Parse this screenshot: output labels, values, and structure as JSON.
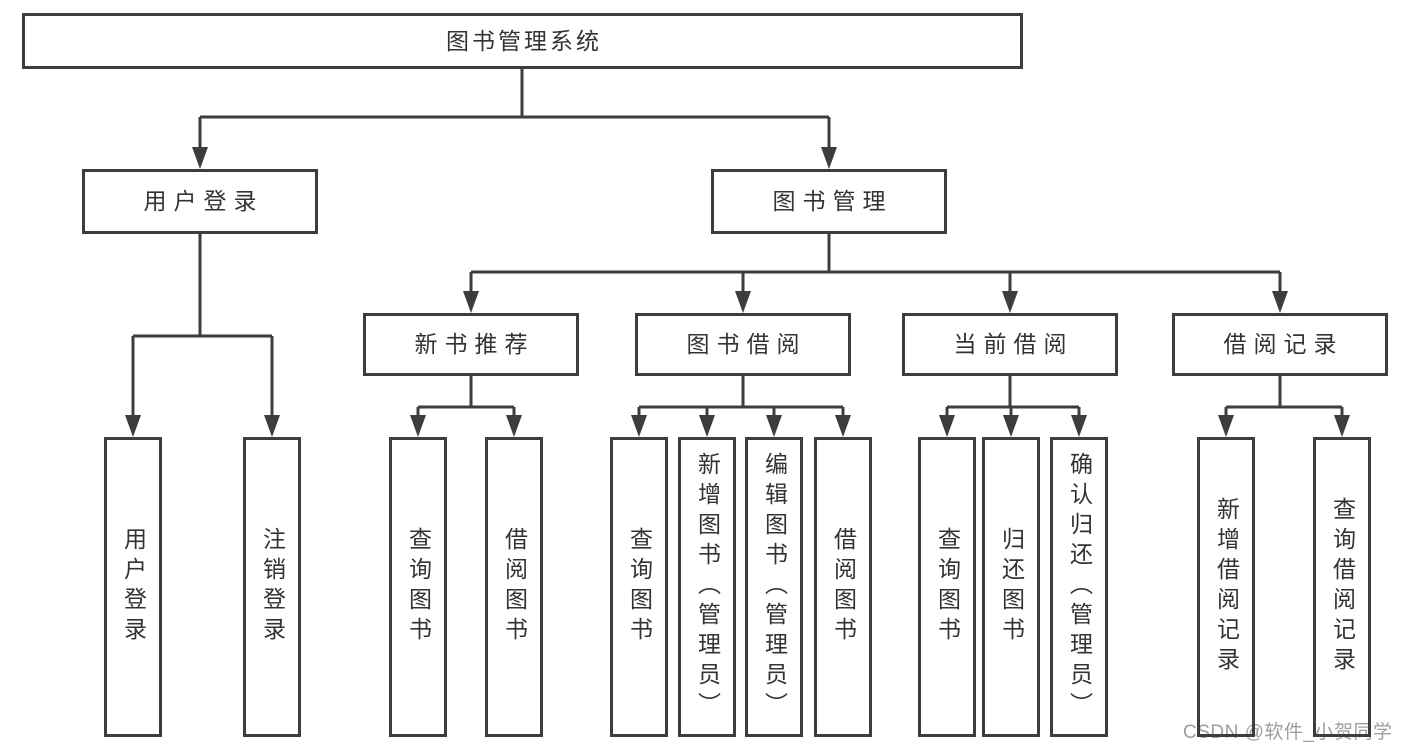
{
  "diagram": {
    "root": {
      "label": "图书管理系统"
    },
    "level2": {
      "user_login": {
        "label": "用户登录"
      },
      "book_management": {
        "label": "图书管理"
      }
    },
    "level3": {
      "new_book_recommend": {
        "label": "新书推荐"
      },
      "book_borrow": {
        "label": "图书借阅"
      },
      "current_borrow": {
        "label": "当前借阅"
      },
      "borrow_record": {
        "label": "借阅记录"
      }
    },
    "level4": {
      "user_login": {
        "label": "用户登录"
      },
      "logout": {
        "label": "注销登录"
      },
      "nbr_query_book": {
        "label": "查询图书"
      },
      "nbr_borrow_book": {
        "label": "借阅图书"
      },
      "bb_query_book": {
        "label": "查询图书"
      },
      "bb_add_book": {
        "label": "新增图书（管理员）"
      },
      "bb_edit_book": {
        "label": "编辑图书（管理员）"
      },
      "bb_borrow_book": {
        "label": "借阅图书"
      },
      "cb_query_book": {
        "label": "查询图书"
      },
      "cb_return_book": {
        "label": "归还图书"
      },
      "cb_confirm_return": {
        "label": "确认归还（管理员）"
      },
      "br_add_record": {
        "label": "新增借阅记录"
      },
      "br_query_record": {
        "label": "查询借阅记录"
      }
    }
  },
  "watermark": {
    "text": "CSDN @软件_小贺同学"
  },
  "colors": {
    "line": "#3d3d3d",
    "text": "#333333",
    "watermark": "#9e9ea3",
    "background": "#ffffff"
  }
}
